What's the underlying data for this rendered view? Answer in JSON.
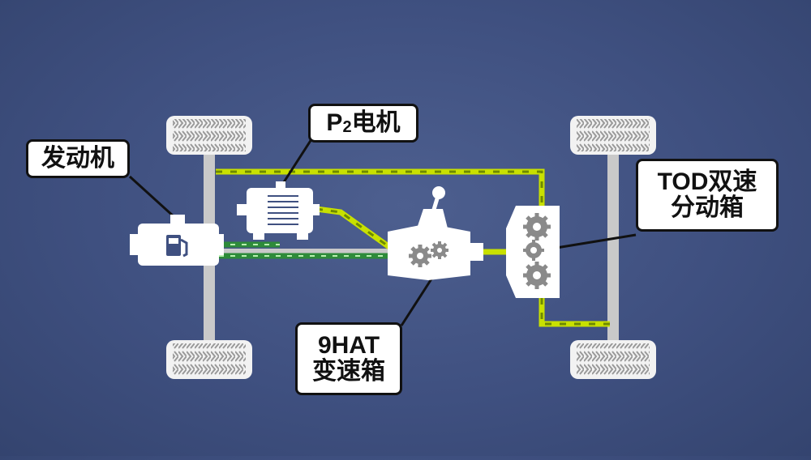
{
  "labels": {
    "engine": "发动机",
    "motor_prefix": "P",
    "motor_sub": "2",
    "motor_suffix": "电机",
    "tod_line1": "TOD双速",
    "tod_line2": "分动箱",
    "trans_line1": "9HAT",
    "trans_line2": "变速箱"
  },
  "icons": [
    "tire-icon",
    "engine-icon",
    "fuel-pump-icon",
    "electric-motor-icon",
    "gear-icon",
    "gear-lever-icon"
  ],
  "colors": {
    "background": "#3f5080",
    "chassis": "#c9c9c9",
    "hybrid_link": "#c8e000",
    "engine_link": "#2e8b3a",
    "component": "#ffffff",
    "gear": "#8a8a8a",
    "label_border": "#111111"
  }
}
